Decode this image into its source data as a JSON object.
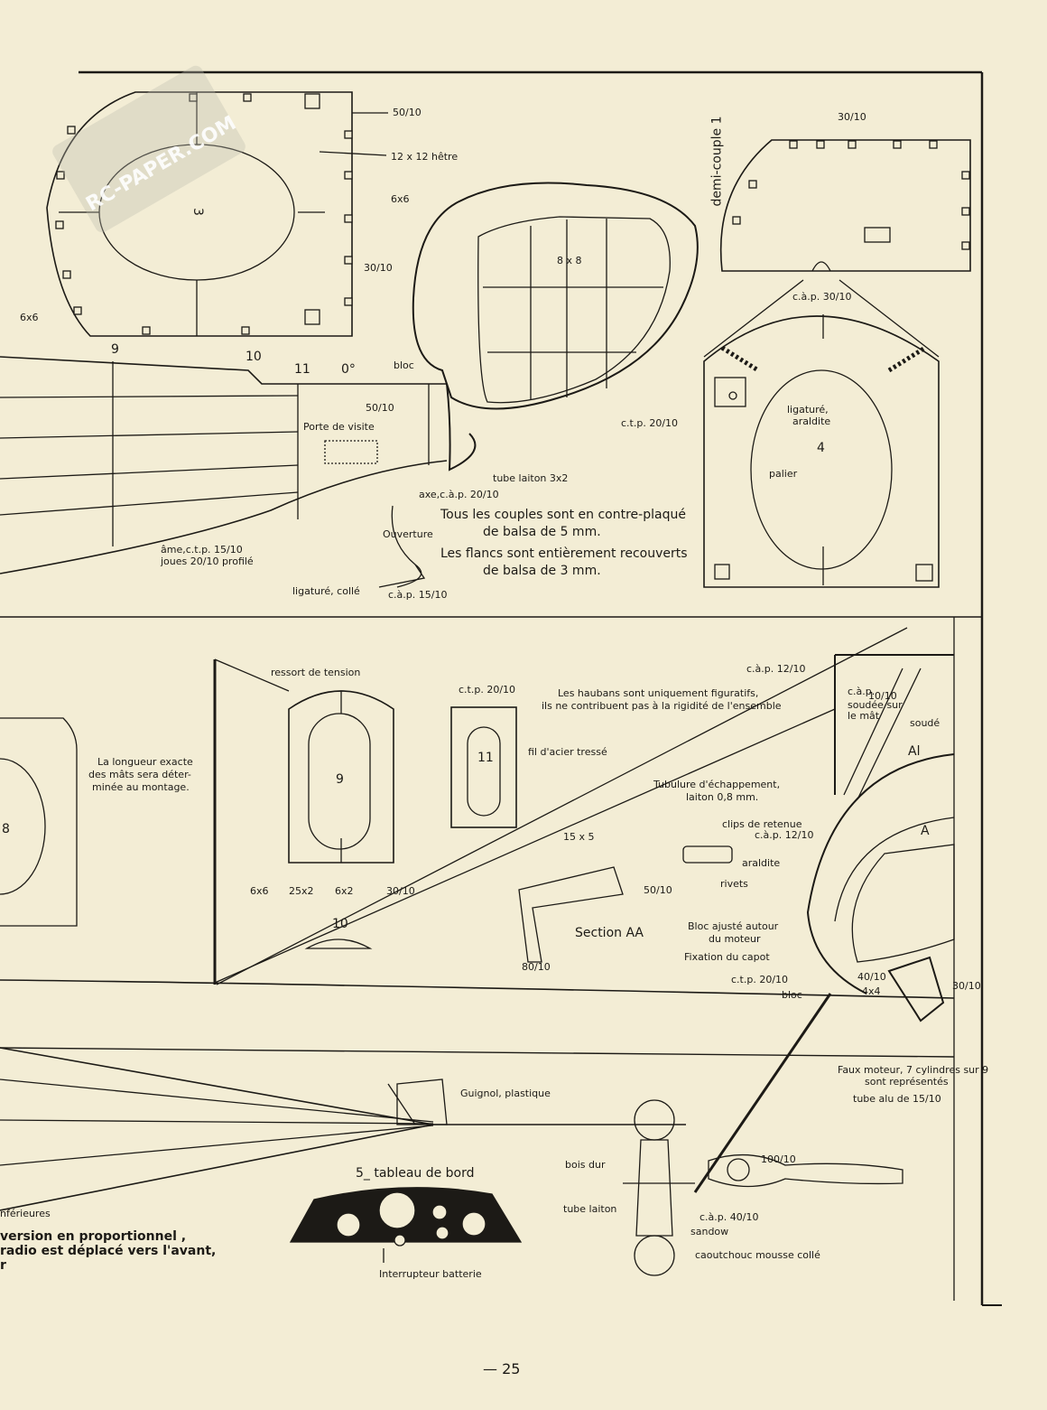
{
  "watermark": "RC-PAPER.COM",
  "page_number": "— 25",
  "top": {
    "frame3": {
      "number": "3",
      "dim_50_10": "50/10",
      "hetre": "12 x 12 hêtre",
      "dim_6x6_right": "6x6",
      "dim_30_10": "30/10",
      "dim_6x6_left": "6x6"
    },
    "frame1": {
      "title": "demi-couple 1",
      "dim": "30/10"
    },
    "frame4": {
      "dim": "c.à.p. 30/10",
      "ligature": "ligaturé,",
      "araldite": "araldite",
      "number": "4",
      "palier": "palier"
    },
    "cockpit": {
      "dim_8x8": "8 x 8",
      "ctp": "c.t.p. 20/10"
    },
    "fuselage": {
      "st9": "9",
      "st10": "10",
      "st11": "11",
      "angle": "0°",
      "bloc": "bloc",
      "dim_50_10": "50/10",
      "porte": "Porte de visite",
      "tube": "tube laiton 3x2",
      "axe": "axe,c.à.p. 20/10",
      "ouverture": "Ouverture",
      "ame": "âme,c.t.p. 15/10",
      "joues": "joues 20/10 profilé",
      "ligature": "ligaturé, collé",
      "cap": "c.à.p. 15/10"
    },
    "note1a": "Tous les couples sont en contre-plaqué",
    "note1b": "de balsa de 5 mm.",
    "note2a": "Les flancs sont entièrement recouverts",
    "note2b": "de balsa de 3 mm."
  },
  "bottom": {
    "ressort": "ressort de tension",
    "frame8": "8",
    "longueur": [
      "La longueur exacte",
      "des mâts sera déter-",
      "minée au montage."
    ],
    "frame9": {
      "number": "9",
      "d1": "6x6",
      "d2": "25x2",
      "d3": "6x2",
      "d4": "30/10"
    },
    "frame11": {
      "number": "11",
      "dim": "c.t.p. 20/10"
    },
    "haubans": [
      "Les haubans sont uniquement figuratifs,",
      "ils ne contribuent pas à la rigidité de l'ensemble"
    ],
    "fil": "fil d'acier tressé",
    "tubulure": [
      "Tubulure d'échappement,",
      "laiton 0,8 mm."
    ],
    "st10": "10",
    "section": {
      "d1": "15 x 5",
      "d2": "50/10",
      "d3": "80/10",
      "title": "Section AA"
    },
    "cowl": {
      "cap12": "c.à.p. 12/10",
      "cap": "c.à.p.",
      "cap2": "10/10",
      "soudee": "soudée sur",
      "lemat": "le mât",
      "soude": "soudé",
      "a1": "Al",
      "a2": "A",
      "clips": "clips de retenue",
      "clipscap": "c.à.p. 12/10",
      "araldite": "araldite",
      "rivets": "rivets",
      "bloc1": "Bloc ajusté autour",
      "bloc2": "du moteur",
      "fixation": "Fixation du capot",
      "ctp": "c.t.p. 20/10",
      "bloc": "bloc",
      "d40": "40/10",
      "d4x4": "4x4",
      "d30": "30/10",
      "faux1": "Faux moteur, 7 cylindres sur 9",
      "faux2": "sont représentés",
      "tube": "tube alu de 15/10"
    },
    "guignol": "Guignol, plastique",
    "tableau": "5_ tableau de bord",
    "interrupteur": "Interrupteur batterie",
    "gear": {
      "boisdur": "bois dur",
      "tube": "tube laiton",
      "d100": "100/10",
      "cap40": "c.à.p. 40/10",
      "sandow": "sandow",
      "caout": "caoutchouc mousse collé"
    },
    "inferieures": "nférieures",
    "version": [
      "version en proportionnel ,",
      "radio est déplacé vers l'avant,",
      "r"
    ]
  }
}
